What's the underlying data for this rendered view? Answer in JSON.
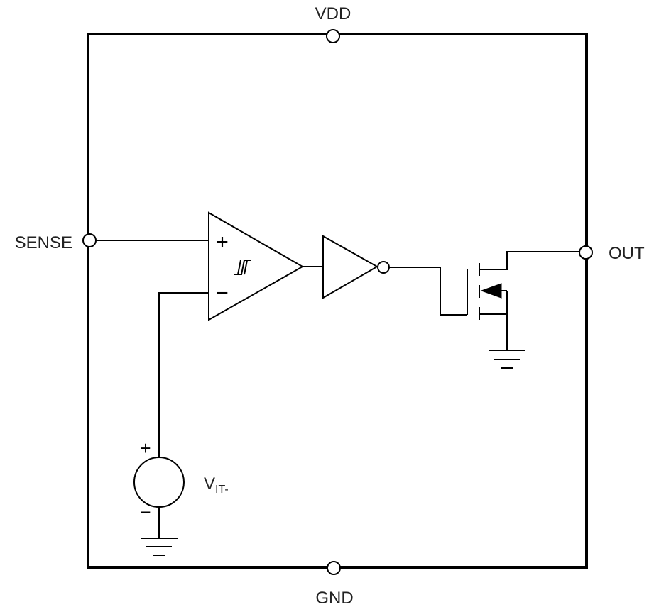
{
  "pins": {
    "vdd": "VDD",
    "gnd": "GND",
    "sense": "SENSE",
    "out": "OUT"
  },
  "comparator": {
    "plus": "+",
    "minus": "−"
  },
  "reference": {
    "label_main": "V",
    "label_sub": "IT-",
    "plus": "+",
    "minus": "−"
  }
}
